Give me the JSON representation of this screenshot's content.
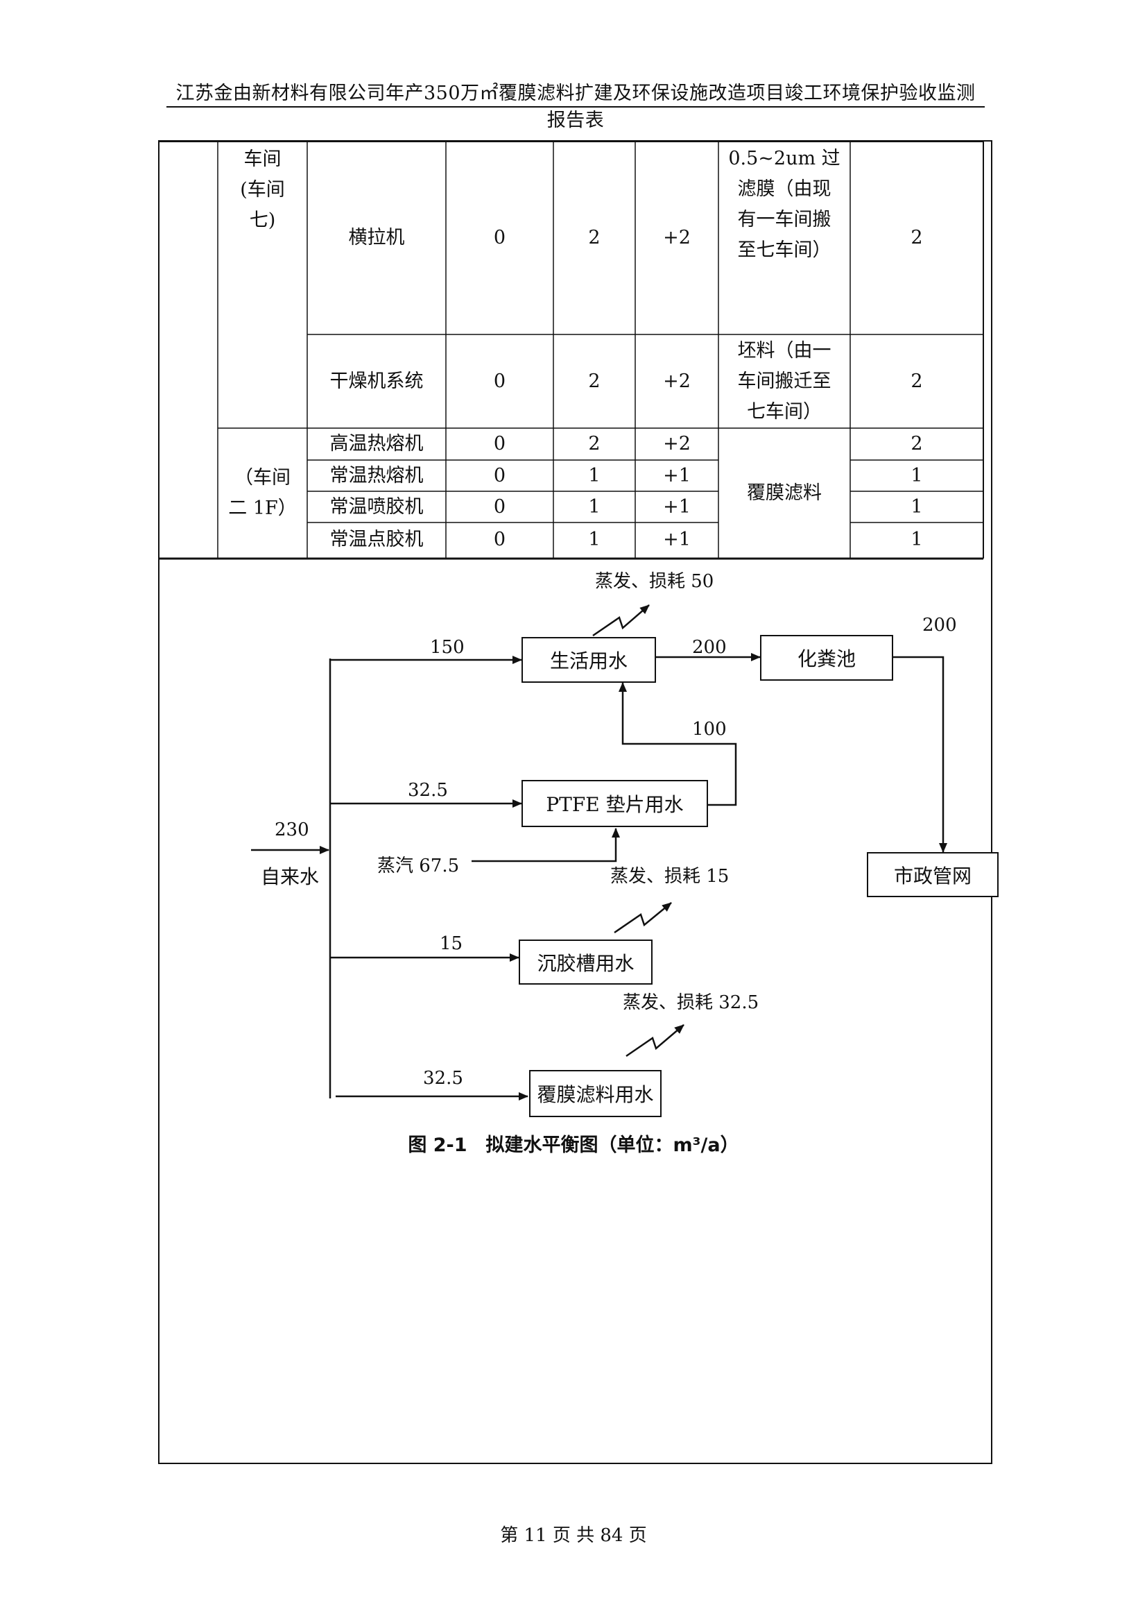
{
  "header": {
    "title": "江苏金由新材料有限公司年产350万㎡覆膜滤料扩建及环保设施改造项目竣工环境保护验收监测报告表"
  },
  "table": {
    "group1_label": "车间\n(车间\n七)",
    "group2_label": "（车间\n二 1F）",
    "rows": [
      {
        "equipment": "横拉机",
        "before": "0",
        "after": "2",
        "change": "+2",
        "product": "0.5~2um 过\n滤膜（由现\n有一车间搬\n至七车间）",
        "actual": "2"
      },
      {
        "equipment": "干燥机系统",
        "before": "0",
        "after": "2",
        "change": "+2",
        "product": "坯料（由一\n车间搬迁至\n七车间）",
        "actual": "2"
      },
      {
        "equipment": "高温热熔机",
        "before": "0",
        "after": "2",
        "change": "+2",
        "actual": "2"
      },
      {
        "equipment": "常温热熔机",
        "before": "0",
        "after": "1",
        "change": "+1",
        "actual": "1"
      },
      {
        "equipment": "常温喷胶机",
        "before": "0",
        "after": "1",
        "change": "+1",
        "actual": "1"
      },
      {
        "equipment": "常温点胶机",
        "before": "0",
        "after": "1",
        "change": "+1",
        "actual": "1"
      }
    ],
    "merged_product": "覆膜滤料"
  },
  "diagram": {
    "source_value": "230",
    "source_label": "自来水",
    "nodes": {
      "domestic": "生活用水",
      "septic": "化粪池",
      "ptfe": "PTFE 垫片用水",
      "municipal": "市政管网",
      "glue_tank": "沉胶槽用水",
      "laminated": "覆膜滤料用水"
    },
    "flows": {
      "to_domestic": "150",
      "domestic_to_septic": "200",
      "septic_to_municipal": "200",
      "ptfe_to_domestic": "100",
      "to_ptfe": "32.5",
      "steam": "蒸汽 67.5",
      "to_glue_tank": "15",
      "to_laminated": "32.5"
    },
    "losses": {
      "domestic": "蒸发、损耗 50",
      "ptfe": "蒸发、损耗 15",
      "glue_tank": "蒸发、损耗 32.5"
    }
  },
  "caption": {
    "text": "图 2-1　拟建水平衡图（单位：m³/a）"
  },
  "footer": {
    "page": "第 11 页 共 84 页"
  }
}
